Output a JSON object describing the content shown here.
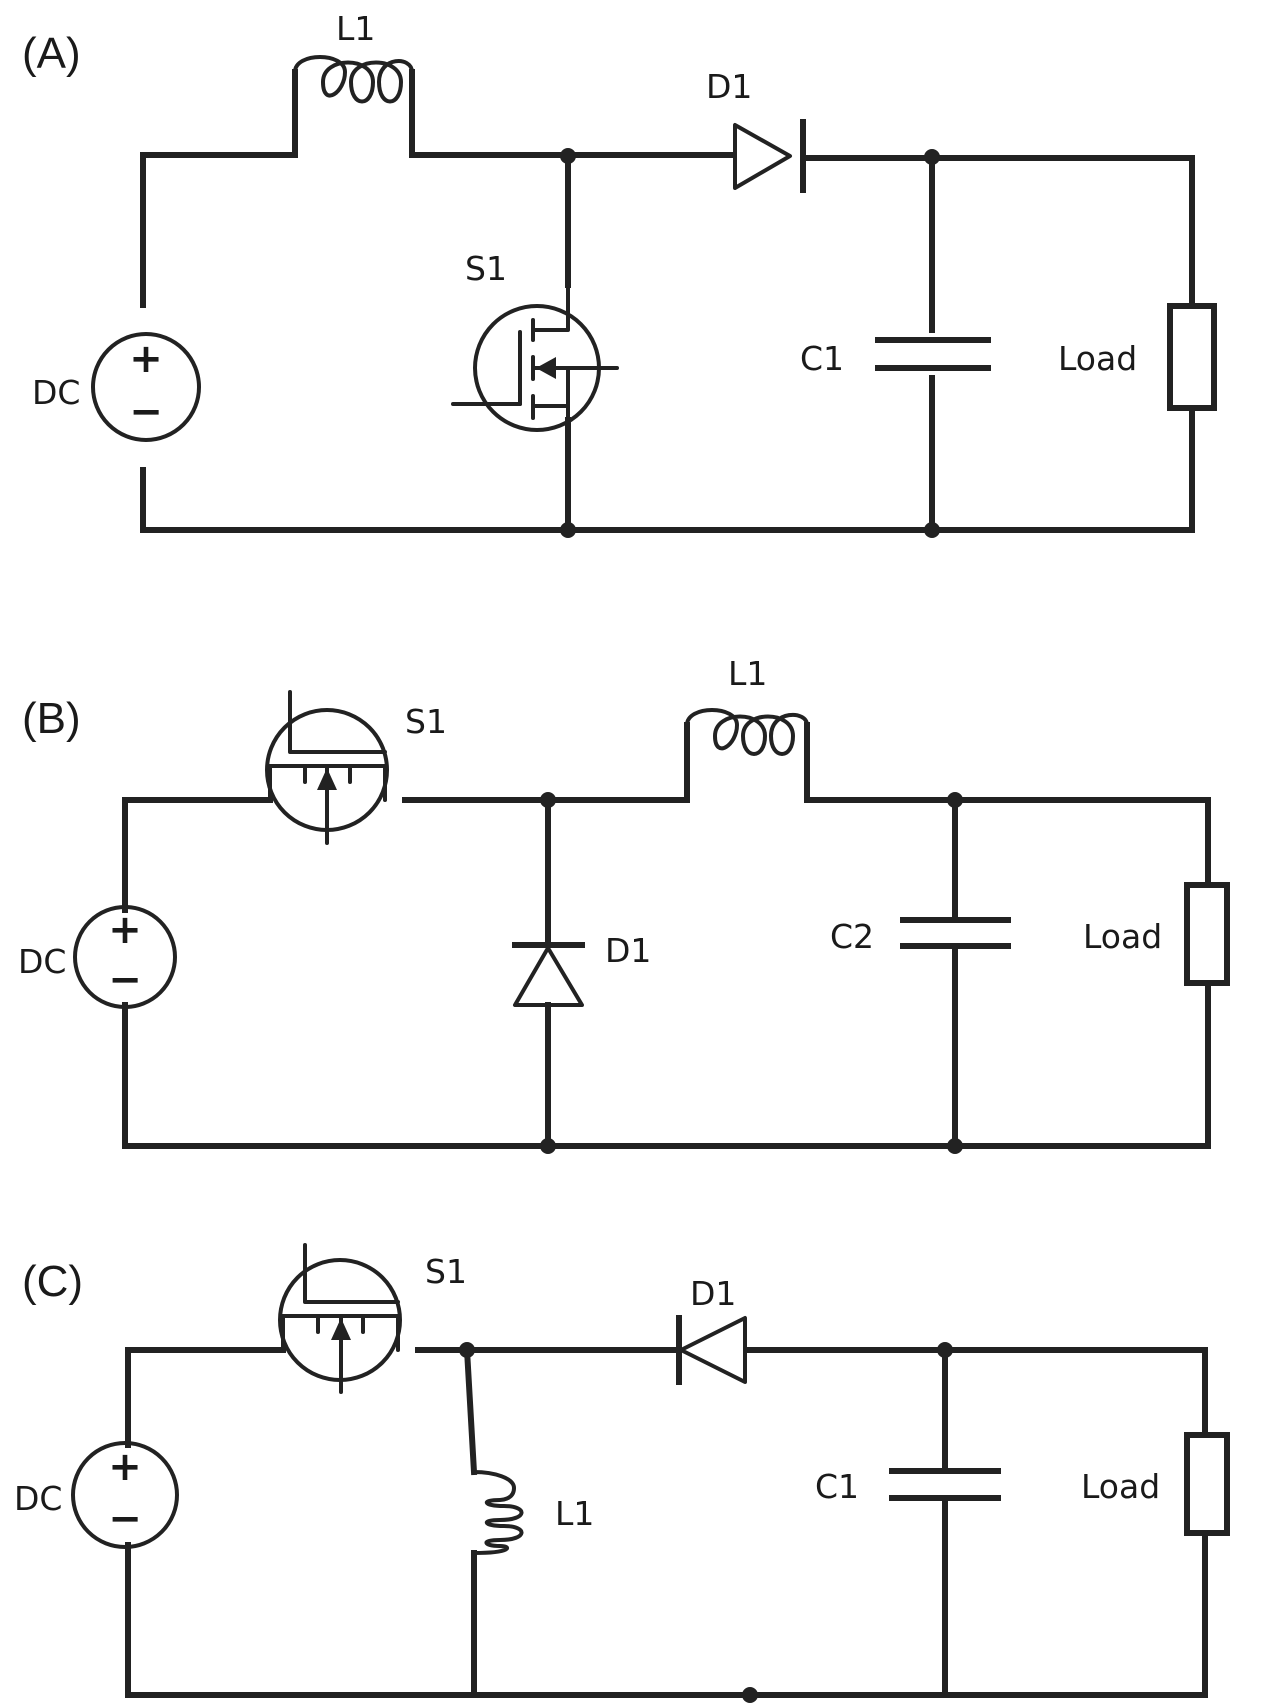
{
  "panels": [
    {
      "id": "A",
      "label": "(A)",
      "labels": {
        "dc": "DC",
        "plus": "+",
        "minus": "−",
        "l1": "L1",
        "d1": "D1",
        "s1": "S1",
        "cap": "C1",
        "load": "Load"
      }
    },
    {
      "id": "B",
      "label": "(B)",
      "labels": {
        "dc": "DC",
        "plus": "+",
        "minus": "−",
        "l1": "L1",
        "d1": "D1",
        "s1": "S1",
        "cap": "C2",
        "load": "Load"
      }
    },
    {
      "id": "C",
      "label": "(C)",
      "labels": {
        "dc": "DC",
        "plus": "+",
        "minus": "−",
        "l1": "L1",
        "d1": "D1",
        "s1": "S1",
        "cap": "C1",
        "load": "Load"
      }
    }
  ]
}
